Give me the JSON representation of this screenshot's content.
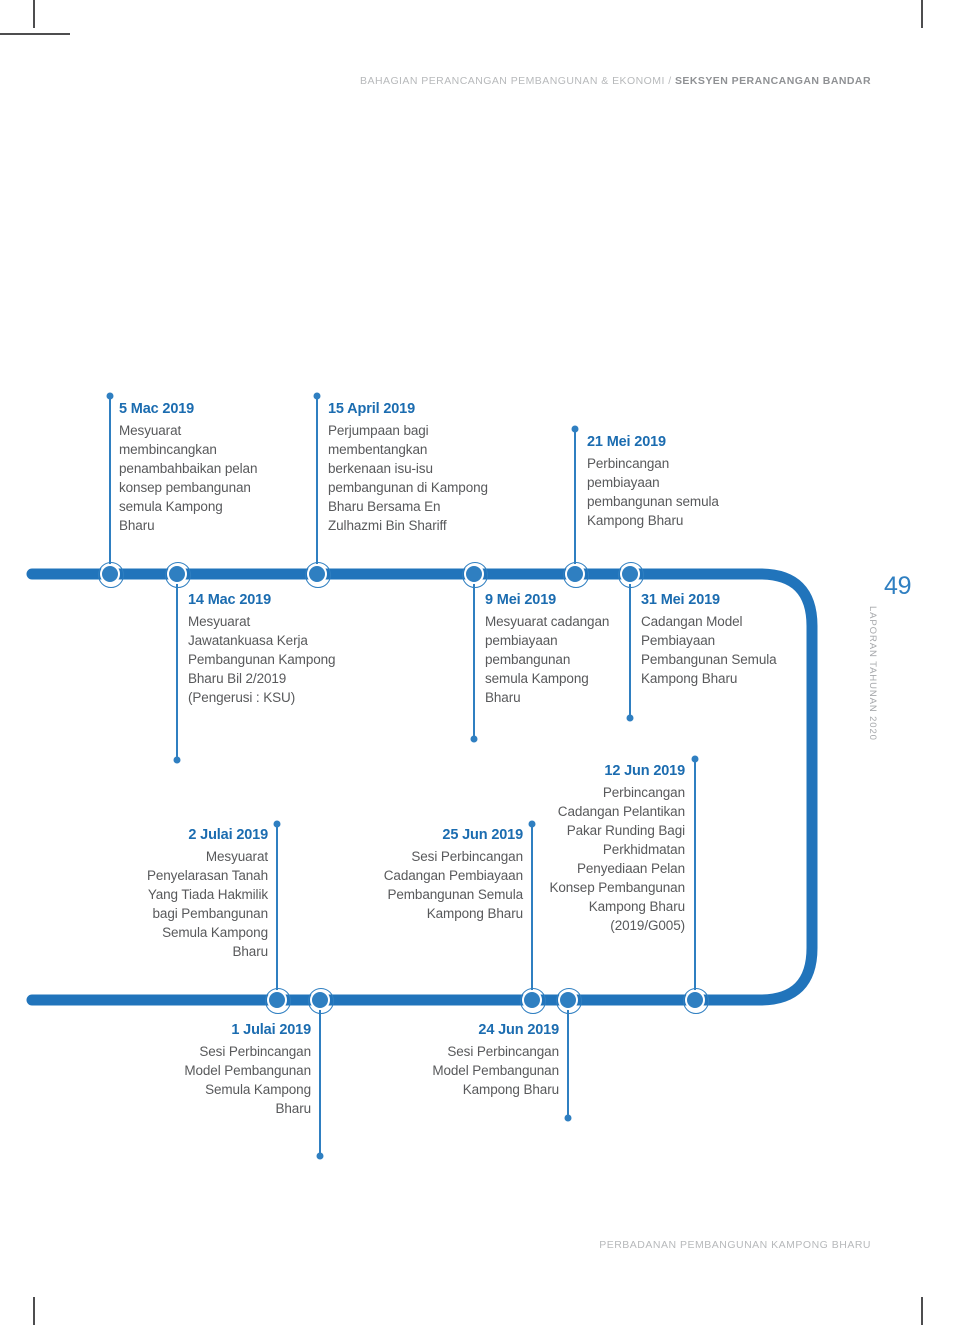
{
  "header": {
    "prefix": "BAHAGIAN PERANCANGAN PEMBANGUNAN & EKONOMI / ",
    "bold": "SEKSYEN PERANCANGAN BANDAR"
  },
  "footer": {
    "text": "PERBADANAN PEMBANGUNAN KAMPONG BHARU"
  },
  "page": {
    "number": "49",
    "side_label": "LAPORAN TAHUNAN 2020"
  },
  "colors": {
    "accent": "#2f7fc1",
    "date": "#1b6cb0",
    "body": "#58595b",
    "muted": "#b7b9bb"
  },
  "timeline": {
    "events": [
      {
        "id": "5-mac-2019",
        "date": "5 Mac 2019",
        "desc": "Mesyuarat membincangkan penambahbaikan pelan konsep pembangunan semula Kampong Bharu"
      },
      {
        "id": "15-april-2019",
        "date": "15 April 2019",
        "desc": "Perjumpaan bagi membentangkan berkenaan isu-isu pembangunan di Kampong Bharu Bersama En Zulhazmi Bin Shariff"
      },
      {
        "id": "21-mei-2019",
        "date": "21 Mei 2019",
        "desc": "Perbincangan pembiayaan pembangunan semula Kampong Bharu"
      },
      {
        "id": "14-mac-2019",
        "date": "14 Mac 2019",
        "desc": "Mesyuarat Jawatankuasa Kerja Pembangunan Kampong Bharu Bil 2/2019 (Pengerusi : KSU)"
      },
      {
        "id": "9-mei-2019",
        "date": "9 Mei 2019",
        "desc": "Mesyuarat cadangan pembiayaan pembangunan semula Kampong Bharu"
      },
      {
        "id": "31-mei-2019",
        "date": "31 Mei 2019",
        "desc": "Cadangan Model Pembiayaan Pembangunan Semula Kampong Bharu"
      },
      {
        "id": "12-jun-2019",
        "date": "12 Jun 2019",
        "desc": "Perbincangan Cadangan Pelantikan Pakar Runding Bagi Perkhidmatan Penyediaan Pelan Konsep Pembangunan Kampong Bharu (2019/G005)"
      },
      {
        "id": "2-julai-2019",
        "date": "2 Julai 2019",
        "desc": "Mesyuarat Penyelarasan Tanah Yang Tiada Hakmilik bagi Pembangunan Semula Kampong Bharu"
      },
      {
        "id": "25-jun-2019",
        "date": "25 Jun 2019",
        "desc": "Sesi Perbincangan Cadangan Pembiayaan Pembangunan Semula Kampong Bharu"
      },
      {
        "id": "1-julai-2019",
        "date": "1 Julai 2019",
        "desc": "Sesi Perbincangan Model Pembangunan Semula Kampong Bharu"
      },
      {
        "id": "24-jun-2019",
        "date": "24 Jun 2019",
        "desc": "Sesi Perbincangan Model Pembangunan Kampong Bharu"
      }
    ]
  }
}
